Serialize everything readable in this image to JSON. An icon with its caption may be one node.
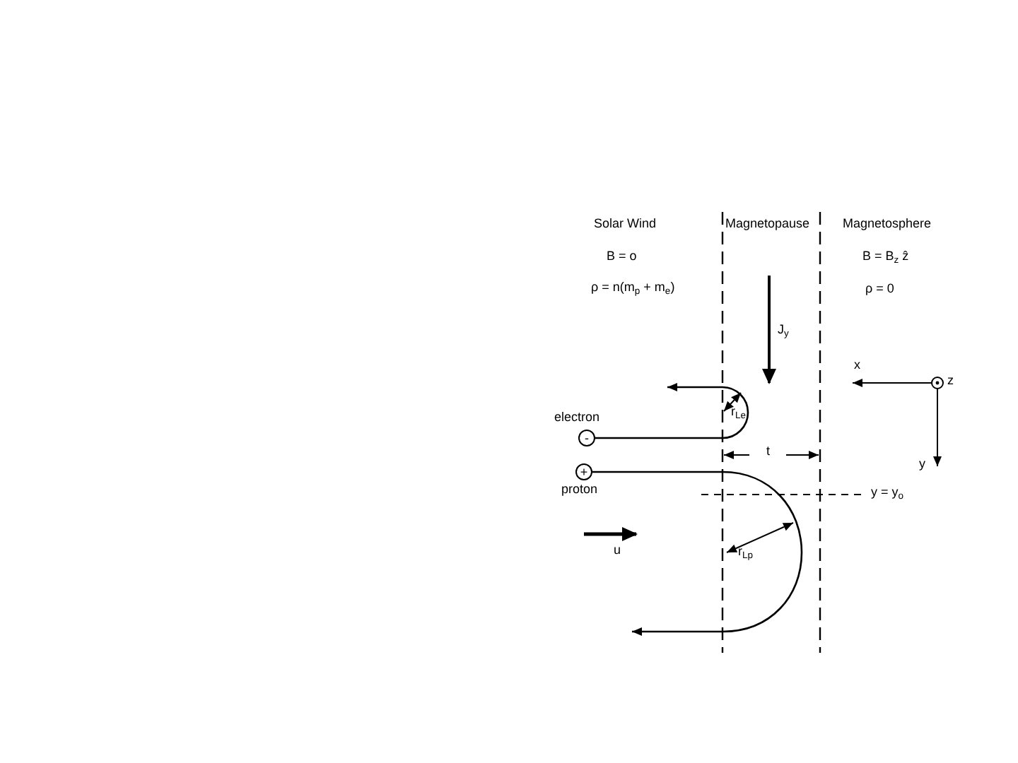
{
  "diagram": {
    "nodes": [
      {
        "text": [
          "-"
        ],
        "beside": [
          "electron"
        ]
      },
      {
        "text": [
          "+"
        ],
        "beside": [
          "proton"
        ]
      }
    ],
    "edges": [
      {
        "from": 0,
        "to": null,
        "arrow": "to"
      },
      {
        "from": 1,
        "to": null,
        "arrow": "to"
      }
    ],
    "labels": [
      "Solar Wind",
      "Magnetopause",
      "Magnetosphere",
      "B = o",
      "B = B$_{z}$ ẑ",
      "ρ = n(m$_{p}$ + m$_{e}$)",
      "ρ = 0",
      "J$_{y}$",
      "x",
      "z",
      "r$_{Le}$",
      "t",
      "y",
      "y = y$_{o}$",
      "r$_{Lp}$",
      "u"
    ]
  }
}
